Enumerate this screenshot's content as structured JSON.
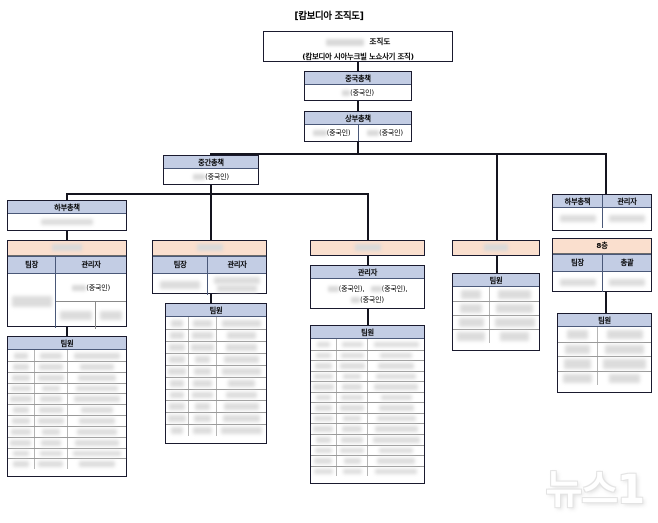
{
  "page": {
    "title": "[캄보디아 조직도]",
    "watermark": "뉴스1",
    "colors": {
      "header_blue": "#c3cde4",
      "header_orange": "#fadfce",
      "border": "#1a1a2e",
      "redaction": "#d9d9d9",
      "background": "#ffffff"
    }
  },
  "root": {
    "line1_suffix": "조직도",
    "line2": "(캄보디아 시아누크빌 노쇼사기 조직)",
    "redacted_name": true
  },
  "chain": [
    {
      "id": "china-chief",
      "header": "중국총책",
      "entries": [
        {
          "redacted": true,
          "nationality": "(중국인)"
        }
      ]
    },
    {
      "id": "upper-chief",
      "header": "상부총책",
      "entries": [
        {
          "redacted": true,
          "nationality": "(중국인)"
        },
        {
          "redacted": true,
          "nationality": "(중국인)"
        }
      ]
    },
    {
      "id": "middle-chief",
      "header": "중간총책",
      "entries": [
        {
          "redacted": true,
          "nationality": "(중국인)"
        }
      ]
    }
  ],
  "branches": [
    {
      "id": "branch-1",
      "sub_chief": {
        "header": "하부총책",
        "name_redacted": true
      },
      "floor_label_redacted": true,
      "columns": [
        {
          "label": "팀장"
        },
        {
          "label": "관리자"
        }
      ],
      "manager_rows": [
        {
          "name_redacted": true,
          "nationality": "(중국인)"
        },
        {
          "split": true,
          "cells_redacted": 2
        }
      ],
      "member_header": "팀원",
      "member_rows": 11,
      "member_cols": 3
    },
    {
      "id": "branch-2",
      "floor_label_redacted": true,
      "columns": [
        {
          "label": "팀장"
        },
        {
          "label": "관리자"
        }
      ],
      "member_header": "팀원",
      "member_rows": 10,
      "member_cols": 3
    },
    {
      "id": "branch-3",
      "floor_label_redacted": true,
      "manager_header": "관리자",
      "manager_entries": [
        {
          "redacted": true,
          "nationality": "(중국인),"
        },
        {
          "redacted": true,
          "nationality": "(중국인),"
        },
        {
          "redacted": true,
          "nationality": "(중국인)"
        }
      ],
      "member_header": "팀원",
      "member_rows": 13,
      "member_cols": 3
    },
    {
      "id": "branch-4",
      "floor_label_redacted": true,
      "member_header": "팀원",
      "member_rows": 4,
      "member_cols": 2
    },
    {
      "id": "branch-5",
      "sub_chief_table": {
        "columns": [
          "하부총책",
          "관리자"
        ],
        "values_redacted": 2
      },
      "floor_label": "8층",
      "columns": [
        {
          "label": "팀장"
        },
        {
          "label": "총괄"
        }
      ],
      "values_redacted": 2,
      "member_header": "팀원",
      "member_rows": 4,
      "member_cols": 2
    }
  ]
}
